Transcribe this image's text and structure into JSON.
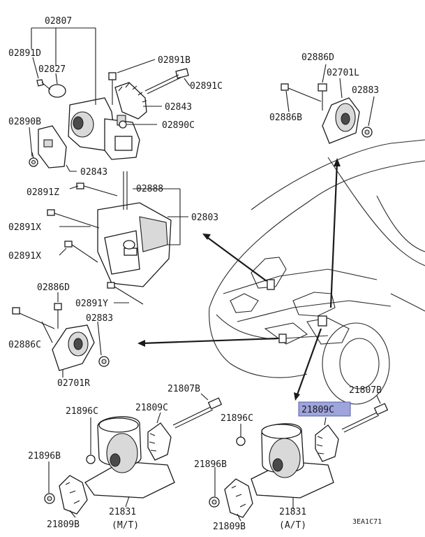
{
  "labels": {
    "p02807": "02807",
    "p02891D": "02891D",
    "p02827": "02827",
    "p02891B": "02891B",
    "p02891C": "02891C",
    "p02843a": "02843",
    "p02890C": "02890C",
    "p02890B": "02890B",
    "p02843b": "02843",
    "p02891Z": "02891Z",
    "p02888": "02888",
    "p02891Xa": "02891X",
    "p02803": "02803",
    "p02891Xb": "02891X",
    "p02886Da": "02886D",
    "p02891Y": "02891Y",
    "p02883a": "02883",
    "p02886Ca": "02886C",
    "p02701R": "02701R",
    "p02886Db": "02886D",
    "p02701L": "02701L",
    "p02883b": "02883",
    "p02886B": "02886B",
    "p21807Ba": "21807B",
    "p21896Ca": "21896C",
    "p21809Ca": "21809C",
    "p21896Ba": "21896B",
    "p21831a": "21831",
    "mt": "(M/T)",
    "p21809Ba": "21809B",
    "p21807Bb": "21807B",
    "p21809Cb": "21809C",
    "p21896Cb": "21896C",
    "p21896Bb": "21896B",
    "p21809Bb": "21809B",
    "p21831b": "21831",
    "at": "(A/T)",
    "code": "3EA1C71"
  },
  "colors": {
    "highlight": "#9ea4dc",
    "line": "#1a1a1a"
  }
}
